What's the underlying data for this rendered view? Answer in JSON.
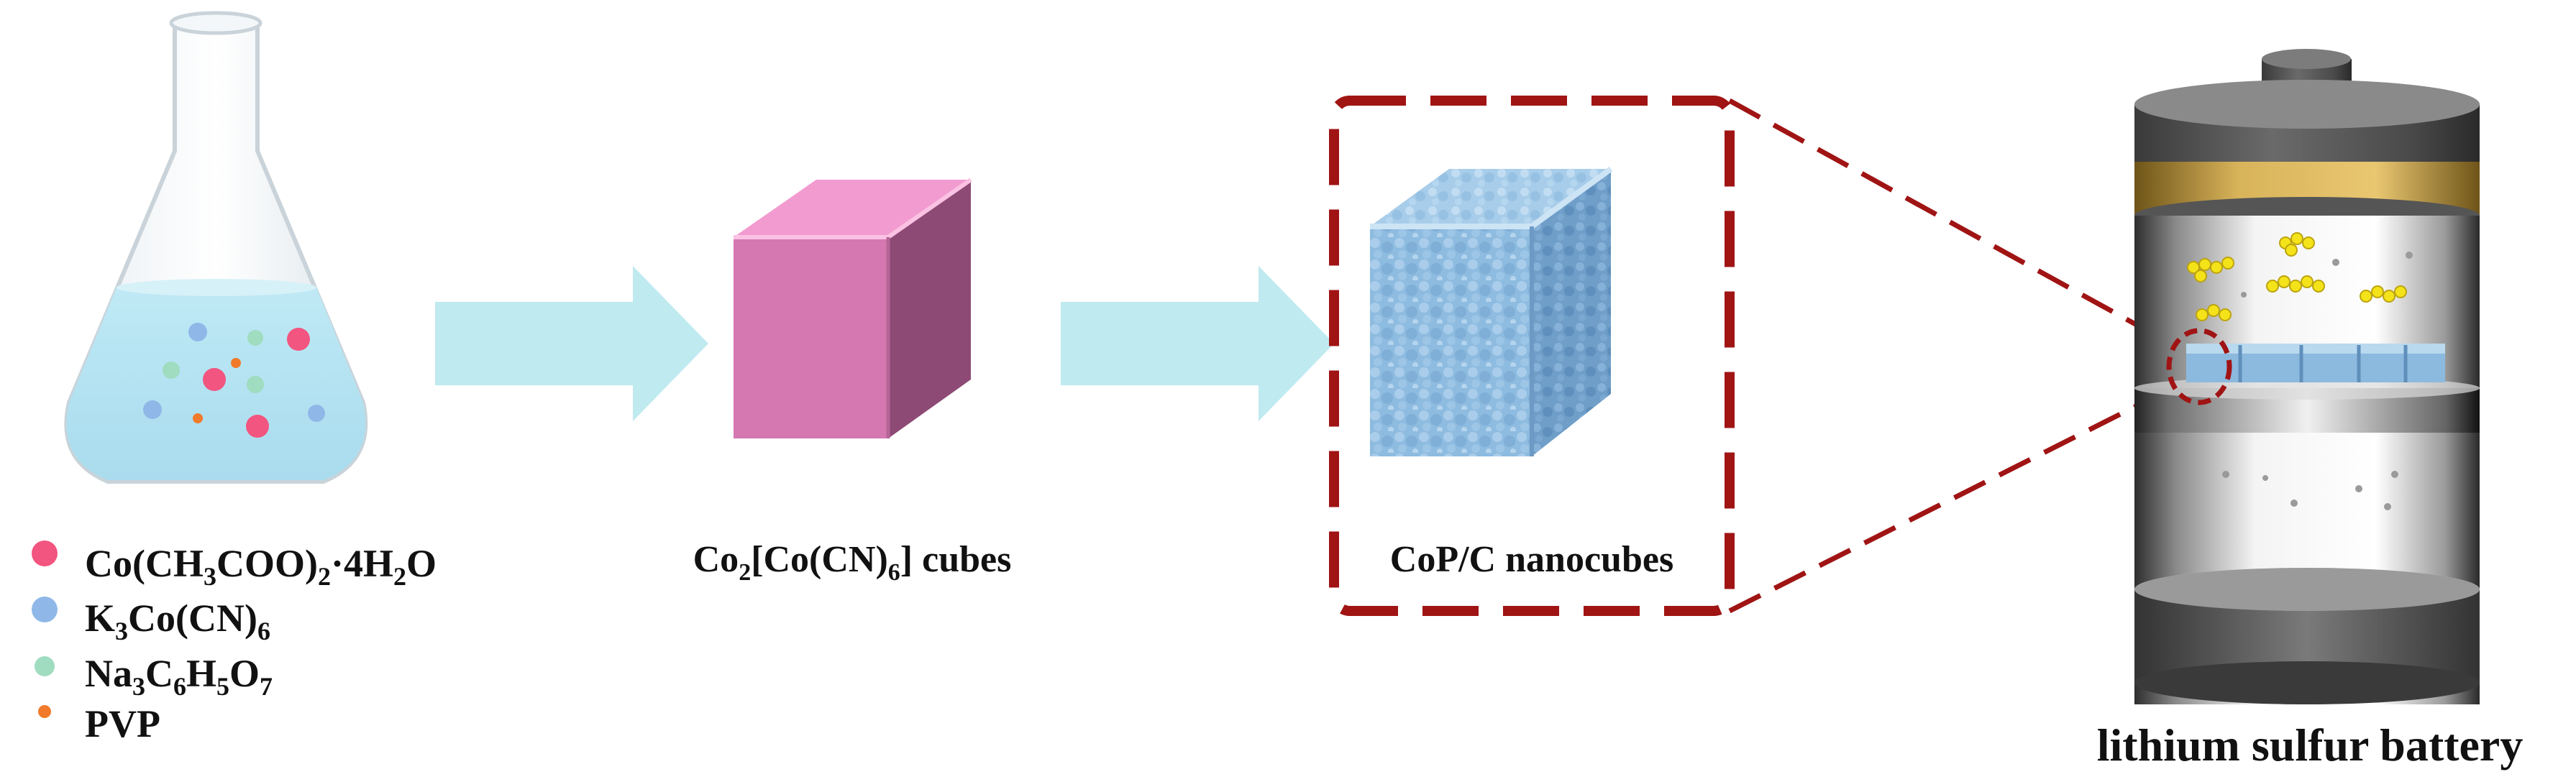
{
  "legend": {
    "items": [
      {
        "base": "Co(CH",
        "sub1": "3",
        "mid": "COO)",
        "sub2": "2",
        "tail": "·4H",
        "sub3": "2",
        "end": "O",
        "color": "#f2557f"
      },
      {
        "base": "K",
        "sub1": "3",
        "mid": "Co(CN)",
        "sub2": "6",
        "tail": "",
        "sub3": "",
        "end": "",
        "color": "#8fb8e8"
      },
      {
        "base": "Na",
        "sub1": "3",
        "mid": "C",
        "sub2": "6",
        "tail": "H",
        "sub3": "5",
        "end": "O",
        "sub4": "7",
        "color": "#9fdcc0"
      },
      {
        "base": "PVP",
        "sub1": "",
        "mid": "",
        "sub2": "",
        "tail": "",
        "sub3": "",
        "end": "",
        "color": "#f07a2a"
      }
    ]
  },
  "labels": {
    "cube1": {
      "pre": "Co",
      "sub1": "2",
      "mid": "[Co(CN)",
      "sub2": "6",
      "post": "] cubes"
    },
    "cube2": "CoP/C nanocubes",
    "battery": "lithium sulfur battery"
  },
  "colors": {
    "arrow": "#bfeaf0",
    "solution": "#bfe7f3",
    "cube_pink_front": "#d577b0",
    "cube_pink_top": "#f29bd0",
    "cube_pink_side": "#8d4a75",
    "cube_blue": "#8cb9de",
    "dash_red": "#a01414",
    "battery_gold": "#c9a246",
    "battery_dark": "#4a4a4a",
    "sulfur": "#f5e31a"
  }
}
